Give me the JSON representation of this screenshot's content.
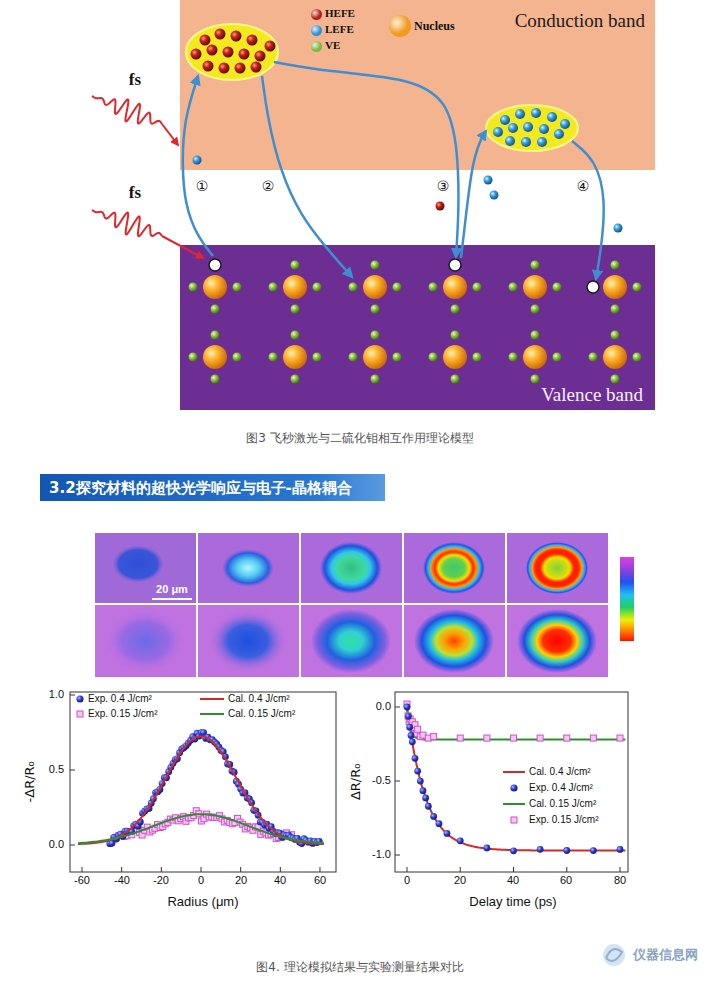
{
  "diagram": {
    "nodes": [
      {
        "text": [
          "Conduction band"
        ]
      },
      {
        "text": [
          "Valence band"
        ]
      },
      {
        "text": [
          "3.2探究材料的超快光学响应与电子-晶格耦合"
        ]
      }
    ],
    "labels": [
      "fs",
      "①",
      "②",
      "③",
      "④",
      "fs",
      "图3 飞秒激光与二硫化钼相互作用理论模型",
      "20 μm",
      "1.0",
      "0.5",
      "0.0",
      "-ΔR/R₀",
      "-60",
      "-40",
      "-20",
      "0",
      "20",
      "40",
      "60",
      "Radius (μm)",
      "0.0",
      "-0.5",
      "-1.0",
      "ΔR/R₀",
      "0",
      "20",
      "40",
      "60",
      "80",
      "Delay time (ps)",
      "图4. 理论模拟结果与实验测量结果对比",
      "仪器信息网"
    ],
    "legend": [
      {
        "text": "HEFE",
        "color": "#b01e14"
      },
      {
        "text": "LEFE",
        "color": "#2f8fd8"
      },
      {
        "text": "VE",
        "color": "#7cb83a"
      },
      {
        "text": "Nucleus",
        "color": "#f29a1c"
      },
      {
        "text": "Exp. 0.4 J/cm²"
      },
      {
        "text": "Cal. 0.4 J/cm²"
      },
      {
        "text": "Exp. 0.15 J/cm²"
      },
      {
        "text": "Cal. 0.15 J/cm²"
      },
      {
        "text": "Cal. 0.4 J/cm²"
      },
      {
        "text": "Exp. 0.4 J/cm²"
      },
      {
        "text": "Cal. 0.15 J/cm²"
      },
      {
        "text": "Exp. 0.15 J/cm²"
      }
    ]
  }
}
